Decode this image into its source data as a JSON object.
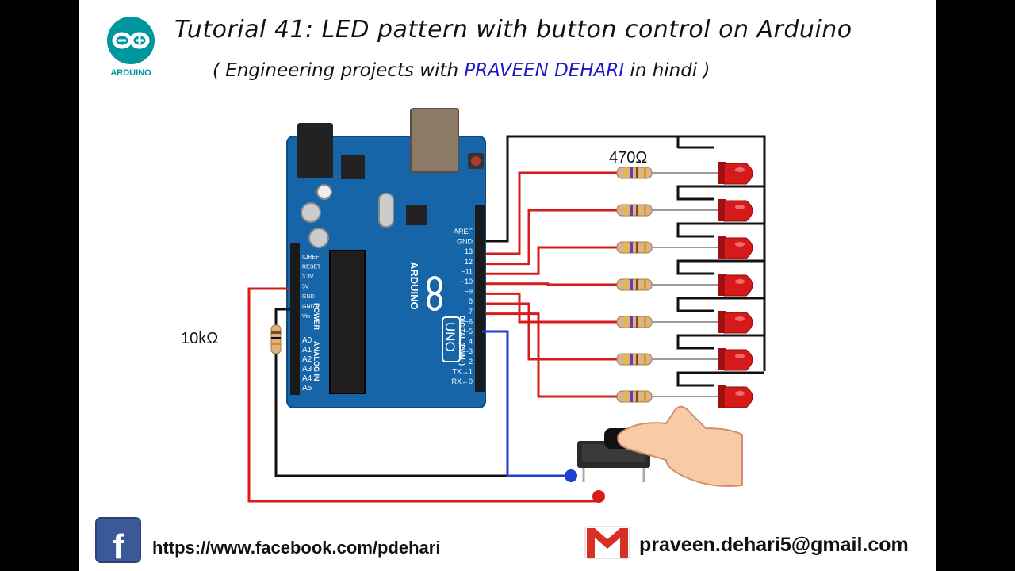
{
  "header": {
    "title": "Tutorial 41: LED pattern with button control on Arduino",
    "subtitle_open": "( Engineering projects with ",
    "subtitle_name": "PRAVEEN DEHARI",
    "subtitle_close": " in hindi )",
    "logo_text": "ARDUINO"
  },
  "diagram": {
    "resistor_led_label": "470Ω",
    "resistor_button_label": "10kΩ",
    "board": {
      "brand": "ARDUINO",
      "model": "UNO",
      "left_pins": [
        "IOREF",
        "RESET",
        "3.3V",
        "5V",
        "GND",
        "GND",
        "Vin",
        "A0",
        "A1",
        "A2",
        "A3",
        "A4",
        "A5"
      ],
      "right_pins": [
        "AREF",
        "GND",
        "13",
        "12",
        "~11",
        "~10",
        "~9",
        "8",
        "7",
        "~6",
        "~5",
        "4",
        "~3",
        "2",
        "TX→1",
        "RX←0"
      ],
      "power_label": "POWER",
      "analog_label": "ANALOG IN",
      "digital_label": "DIGITAL (PWM~)"
    },
    "led_count": 7,
    "colors": {
      "wire_red": "#d81b1b",
      "wire_black": "#111111",
      "wire_blue": "#1e3fd0",
      "board": "#1565a8",
      "led": "#d61a1a"
    }
  },
  "footer": {
    "facebook_url": "https://www.facebook.com/pdehari",
    "email": "praveen.dehari5@gmail.com"
  }
}
